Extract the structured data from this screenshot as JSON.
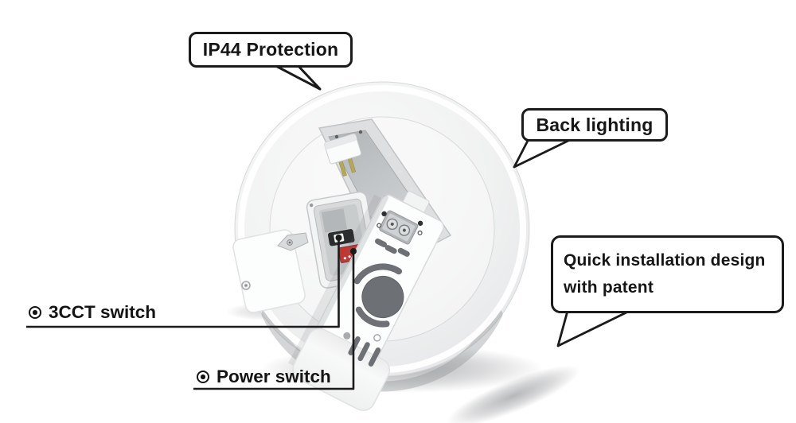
{
  "callouts": {
    "ip44": {
      "label": "IP44 Protection"
    },
    "back_lighting": {
      "label": "Back lighting"
    },
    "quick_install": {
      "line1": "Quick installation design",
      "line2": "with patent"
    }
  },
  "part_labels": {
    "cct": {
      "label": "3CCT switch"
    },
    "power": {
      "label": "Power switch"
    }
  },
  "icons": {
    "bullet": "fisheye-bullet"
  },
  "colors": {
    "line": "#1b1b1b",
    "disc_body": "#ebedee",
    "channel_recess": "#c2c6c9",
    "bracket_hole": "#6d7175",
    "switch_red": "#c4342f",
    "pin_gold": "#b5a75c",
    "background": "#ffffff"
  }
}
